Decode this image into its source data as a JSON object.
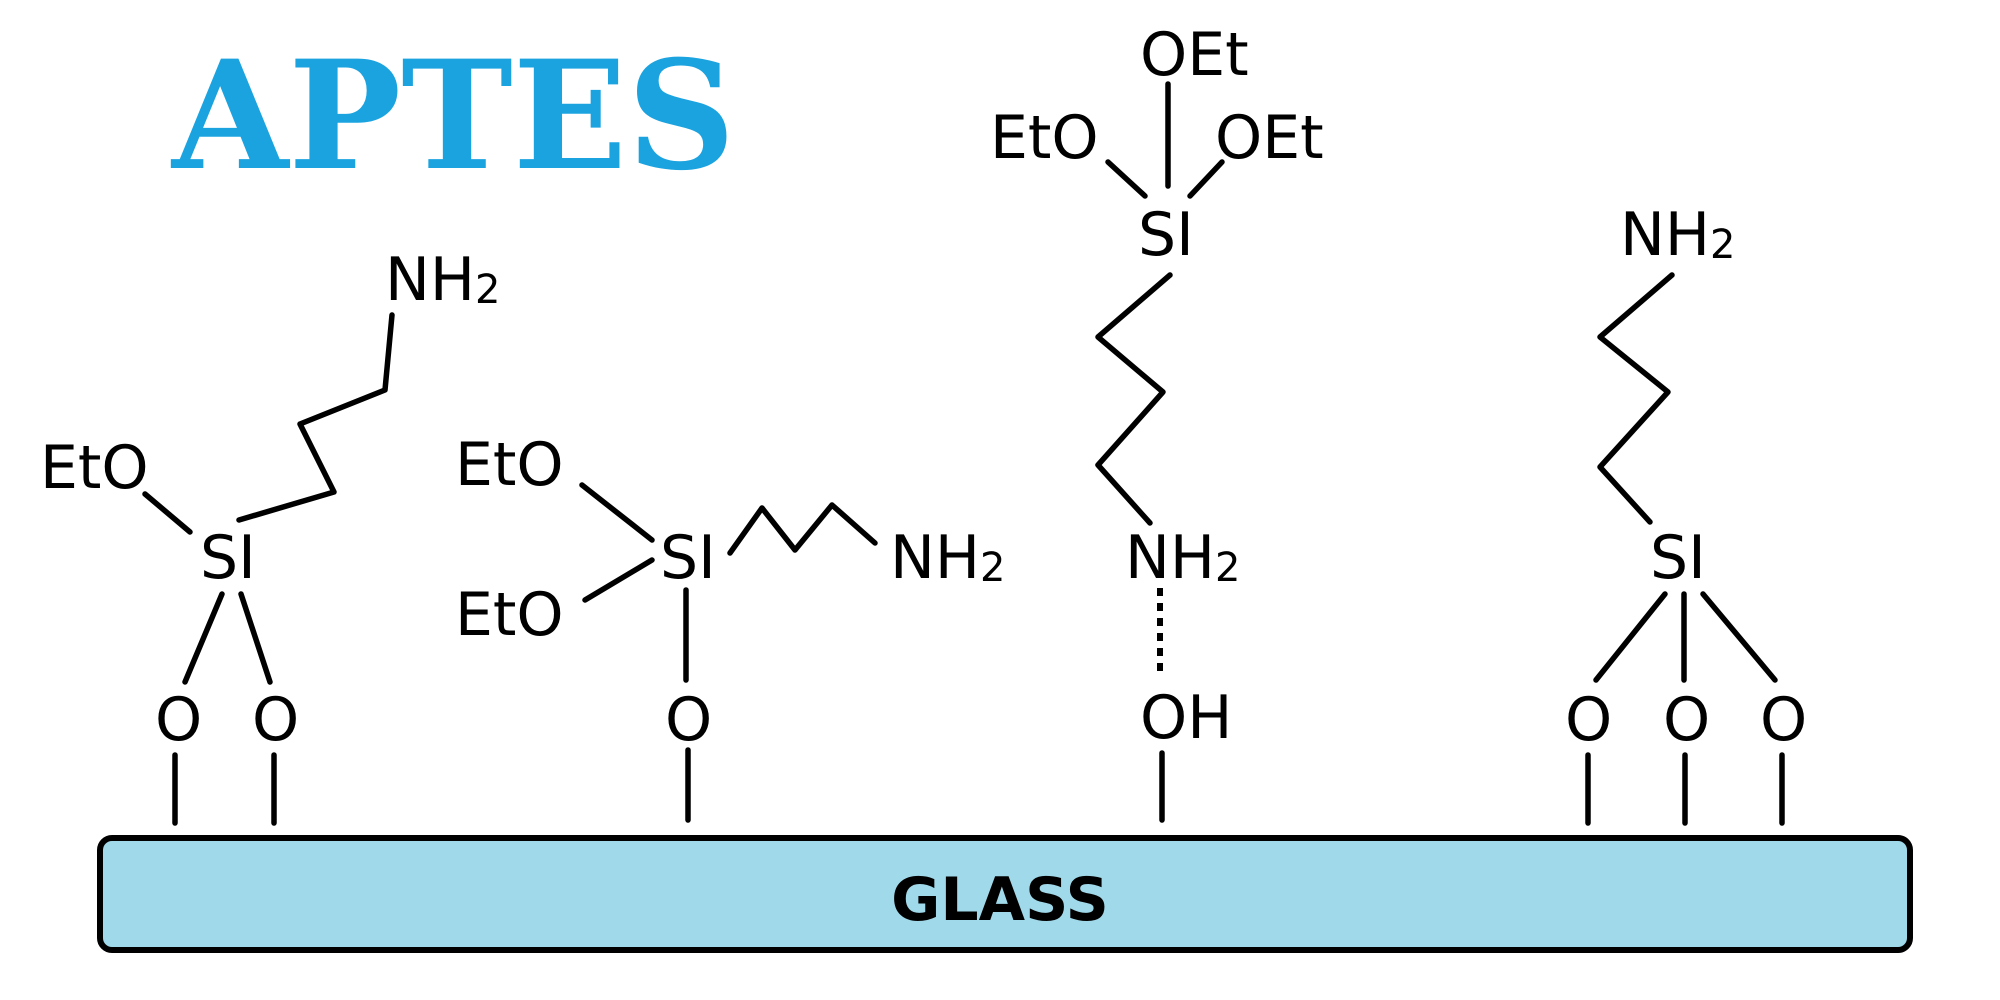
{
  "title": "APTES",
  "substrate_label": "GLASS",
  "colors": {
    "title": "#1ba3e0",
    "substrate_fill": "#a0d9ea",
    "ink": "#000000"
  },
  "labels": {
    "ethoxy_left": "EtO",
    "ethoxy_right": "OEt",
    "silicon": "SI",
    "amine": "NH",
    "amine_subscript": "2",
    "oxygen": "O",
    "hydroxyl": "OH"
  }
}
